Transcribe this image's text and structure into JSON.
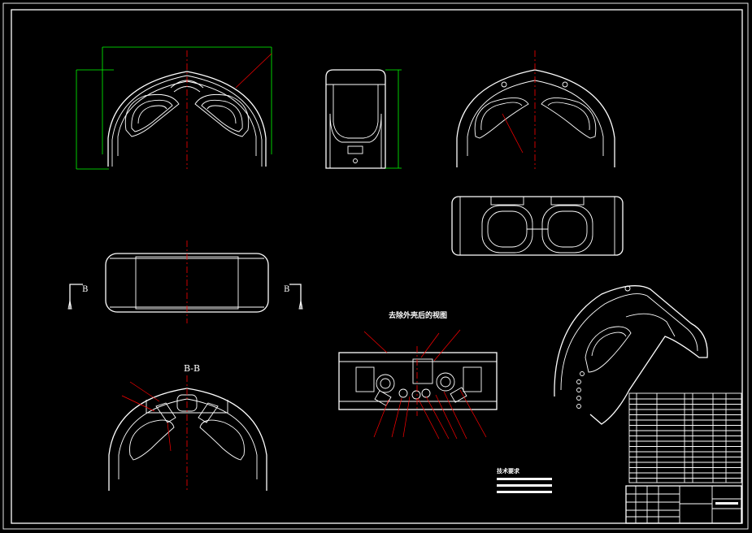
{
  "drawing": {
    "assembly_title": "去除外壳后的视图",
    "section_label": "B-B",
    "cut_marker_left": "B",
    "cut_marker_right": "B",
    "technical_requirements_heading": "技术要求",
    "colors": {
      "background": "#000000",
      "lines": "#ffffff",
      "dimensions": "#00ff00",
      "leaders": "#ff0000",
      "dimension_text": "#ff00ff",
      "centerlines": "#ff0000"
    }
  }
}
